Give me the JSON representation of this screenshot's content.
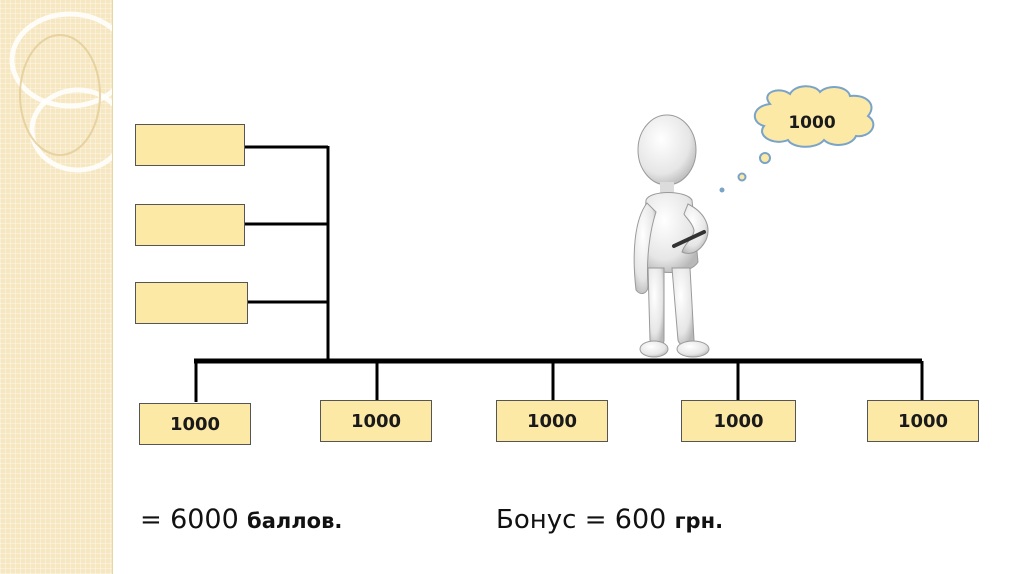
{
  "tree": {
    "left_boxes": [
      "",
      "",
      ""
    ],
    "bottom_boxes": [
      "1000",
      "1000",
      "1000",
      "1000",
      "1000"
    ]
  },
  "thought_bubble": {
    "text": "1000"
  },
  "summary": {
    "eq_sign": "=",
    "points_value": "6000",
    "points_unit": "баллов.",
    "bonus_label": "Бонус",
    "bonus_eq": "=",
    "bonus_value": "600",
    "bonus_unit": "грн."
  },
  "colors": {
    "box_fill": "#fde9a6",
    "side_panel": "#f6e7c0",
    "lines": "#000000"
  },
  "icons": [
    "stick-figure-person-icon",
    "thought-bubble-icon",
    "decorative-rings-icon"
  ]
}
